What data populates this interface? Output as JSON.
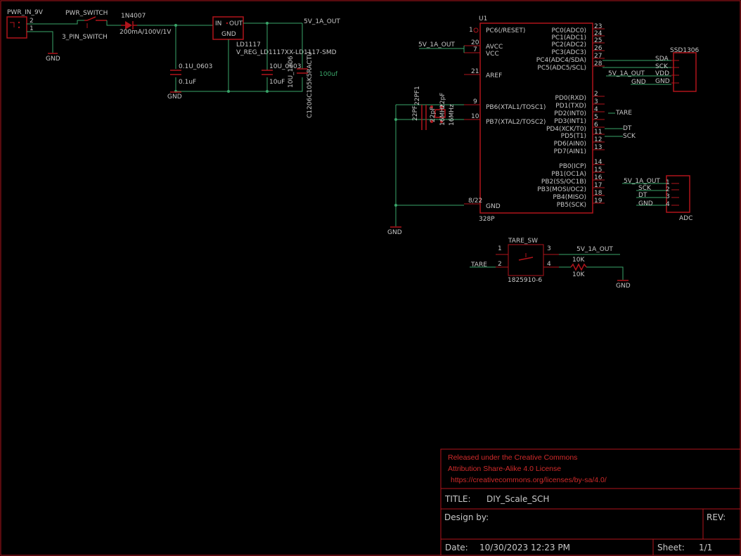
{
  "power": {
    "jack_name": "PWR_IN_9V",
    "jack_pin2": "2",
    "jack_pin1": "1",
    "switch_name": "PWR_SWITCH",
    "switch_value": "3_PIN_SWITCH",
    "diode_name": "1N4007",
    "diode_value": "200mA/100V/1V",
    "gnd": "GND"
  },
  "regulator": {
    "in": "IN",
    "out": "OUT",
    "gnd": "GND",
    "name": "LD1117",
    "value": "V_REG_LD1117XX-LD1117-SMD",
    "c1_name": "0.1U_0603",
    "c1_value": "0.1uF",
    "c2_name": "10U_0603",
    "c2_value": "10uF",
    "c3_name": "10U_1206",
    "c3_value": "C1206C105K5RACTU",
    "c3_extra": "100uf",
    "net_out": "5V_1A_OUT"
  },
  "mcu": {
    "name": "U1",
    "value": "328P",
    "pin1": "1",
    "pin_pc6": "PC6(/RESET)",
    "pin20": "20",
    "avcc": "AVCC",
    "pin7": "7",
    "vcc": "VCC",
    "pin21": "21",
    "aref": "AREF",
    "pin9": "9",
    "pb6": "PB6(XTAL1/TOSC1)",
    "pin10": "10",
    "pb7": "PB7(XTAL2/TOSC2)",
    "pin_gnd": "8/22",
    "gnd": "GND",
    "right_pins": [
      {
        "num": "23",
        "label": "PC0(ADC0)"
      },
      {
        "num": "24",
        "label": "PC1(ADC1)"
      },
      {
        "num": "25",
        "label": "PC2(ADC2)"
      },
      {
        "num": "26",
        "label": "PC3(ADC3)"
      },
      {
        "num": "27",
        "label": "PC4(ADC4/SDA)"
      },
      {
        "num": "28",
        "label": "PC5(ADC5/SCL)"
      },
      {
        "num": "2",
        "label": "PD0(RXD)"
      },
      {
        "num": "3",
        "label": "PD1(TXD)"
      },
      {
        "num": "4",
        "label": "PD2(INT0)"
      },
      {
        "num": "5",
        "label": "PD3(INT1)"
      },
      {
        "num": "6",
        "label": "PD4(XCK/T0)"
      },
      {
        "num": "11",
        "label": "PD5(T1)"
      },
      {
        "num": "12",
        "label": "PD6(AIN0)"
      },
      {
        "num": "13",
        "label": "PD7(AIN1)"
      },
      {
        "num": "14",
        "label": "PB0(ICP)"
      },
      {
        "num": "15",
        "label": "PB1(OC1A)"
      },
      {
        "num": "16",
        "label": "PB2(SS/OC1B)"
      },
      {
        "num": "17",
        "label": "PB3(MOSI/OC2)"
      },
      {
        "num": "18",
        "label": "PB4(MISO)"
      },
      {
        "num": "19",
        "label": "PB5(SCK)"
      }
    ],
    "net_vcc": "5V_1A_OUT",
    "net_gnd": "GND",
    "net_tare": "TARE",
    "net_dt": "DT",
    "net_sck": "SCK"
  },
  "crystal": {
    "c_a_name": "22PF",
    "c_a_value": "22pF",
    "c_b_name": "22PF1",
    "c_b_value": "22pF",
    "x_name": "16MHz",
    "x_value": "16MHz"
  },
  "oled": {
    "name": "SSD1306",
    "pins": [
      "SDA",
      "SCK",
      "VDD",
      "GND"
    ],
    "net_vdd": "5V_1A_OUT",
    "net_gnd": "GND"
  },
  "adc": {
    "name": "ADC",
    "nets": [
      "5V_1A_OUT",
      "SCK",
      "DT",
      "GND"
    ],
    "pins": [
      "1",
      "2",
      "3",
      "4"
    ]
  },
  "tare": {
    "name": "TARE_SW",
    "value": "1825910-6",
    "p1": "1",
    "p2": "2",
    "p3": "3",
    "p4": "4",
    "net_in": "TARE",
    "net_vcc": "5V_1A_OUT",
    "r_name": "10K",
    "r_value": "10K",
    "gnd": "GND"
  },
  "frame": {
    "license1": "Released under the Creative Commons",
    "license2": "Attribution Share-Alike 4.0 License",
    "license3": "https://creativecommons.org/licenses/by-sa/4.0/",
    "title_label": "TITLE:",
    "title": "DIY_Scale_SCH",
    "design_label": "Design by:",
    "rev_label": "REV:",
    "date_label": "Date:",
    "date": "10/30/2023 12:23 PM",
    "sheet_label": "Sheet:",
    "sheet": "1/1"
  }
}
